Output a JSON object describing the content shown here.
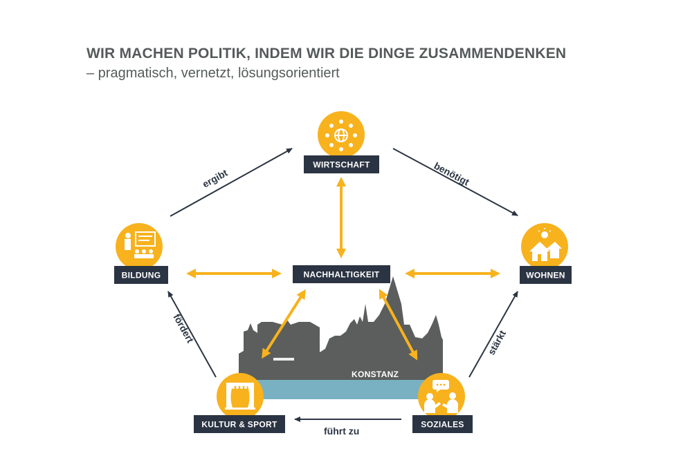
{
  "header": {
    "title": "WIR MACHEN POLITIK, INDEM WIR DIE DINGE ZUSAMMENDENKEN",
    "subtitle": "– pragmatisch, vernetzt, lösungsorientiert"
  },
  "colors": {
    "accent": "#F7B21D",
    "navy": "#2B3442",
    "skyline": "#5B5E5C",
    "water": "#79B1C3",
    "text": "#555A5A"
  },
  "nodes": {
    "wirtschaft": {
      "label": "WIRTSCHAFT",
      "icon": "globe-network-icon"
    },
    "bildung": {
      "label": "BILDUNG",
      "icon": "teacher-board-icon"
    },
    "wohnen": {
      "label": "WOHNEN",
      "icon": "houses-sun-icon"
    },
    "nachhaltigkeit": {
      "label": "NACHHALTIGKEIT"
    },
    "kultur_sport": {
      "label": "KULTUR & SPORT",
      "icon": "theater-stage-icon"
    },
    "soziales": {
      "label": "SOZIALES",
      "icon": "people-talking-icon"
    }
  },
  "edges": {
    "ergibt": "ergibt",
    "benoetigt": "benötigt",
    "foerdert": "fördert",
    "staerkt": "stärkt",
    "fuehrt_zu": "führt zu"
  },
  "city": {
    "label": "KONSTANZ"
  }
}
